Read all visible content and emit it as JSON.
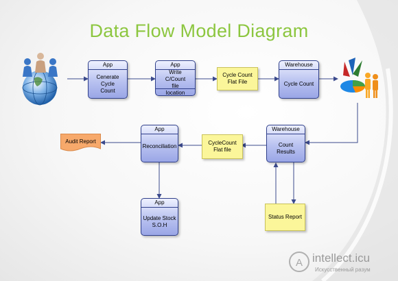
{
  "title": "Data Flow Model Diagram",
  "colors": {
    "title": "#8cc63f",
    "process_fill": "#aeb8ee",
    "process_border": "#2f3f8a",
    "note_fill": "#fbf69a",
    "document_fill": "#f7a96b",
    "arrow": "#3b4a8c"
  },
  "nodes": {
    "app_generate": {
      "header": "App",
      "body": "Cenerate\nCycle\nCount"
    },
    "app_write": {
      "header": "App",
      "body": "Write\nC/Count\nfile",
      "footer": "location"
    },
    "note_cycle_flat": {
      "text": "Cycle Count\nFlat File"
    },
    "warehouse_cycle": {
      "header": "Warehouse",
      "body": "Cycle Count"
    },
    "warehouse_results": {
      "header": "Warehouse",
      "body": "Count\nResults"
    },
    "note_cyclecount_flat": {
      "text": "CycleCount\nFlat file"
    },
    "app_reconciliation": {
      "header": "App",
      "body": "Reconciliation"
    },
    "audit_report": {
      "text": "Audit Report"
    },
    "app_update": {
      "header": "App",
      "body": "Update Stock\nS.O.H"
    },
    "status_report": {
      "text": "Status Report"
    }
  },
  "icons": {
    "left": "users-globe-icon",
    "right": "pie-chart-people-icon"
  },
  "watermark": {
    "name": "intellect.icu",
    "tagline": "Искусственный разум",
    "logo_letter": "A"
  }
}
